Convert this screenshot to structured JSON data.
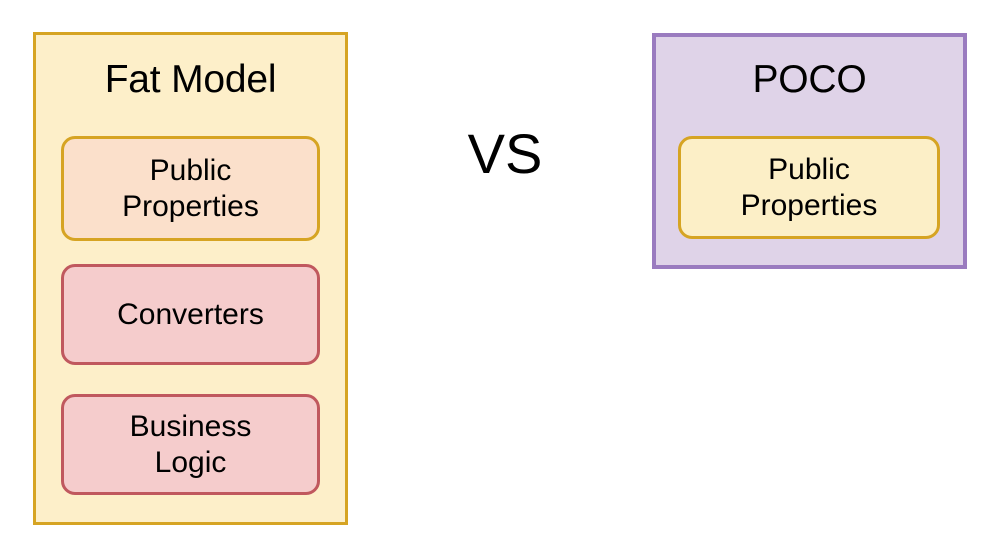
{
  "diagram": {
    "type": "comparison",
    "separator_label": "VS",
    "background_color": "#FFFFFF",
    "left_group": {
      "title": "Fat Model",
      "fill_color": "#FDEFC9",
      "border_color": "#D6A423",
      "items": [
        {
          "label": "Public\nProperties",
          "fill_color": "#FBE0CB",
          "border_color": "#D6A423"
        },
        {
          "label": "Converters",
          "fill_color": "#F5CCCC",
          "border_color": "#C0585E"
        },
        {
          "label": "Business\nLogic",
          "fill_color": "#F5CCCC",
          "border_color": "#C0585E"
        }
      ]
    },
    "right_group": {
      "title": "POCO",
      "fill_color": "#DFD3E8",
      "border_color": "#9A7BBF",
      "items": [
        {
          "label": "Public\nProperties",
          "fill_color": "#FCEFC7",
          "border_color": "#D6A423"
        }
      ]
    }
  }
}
